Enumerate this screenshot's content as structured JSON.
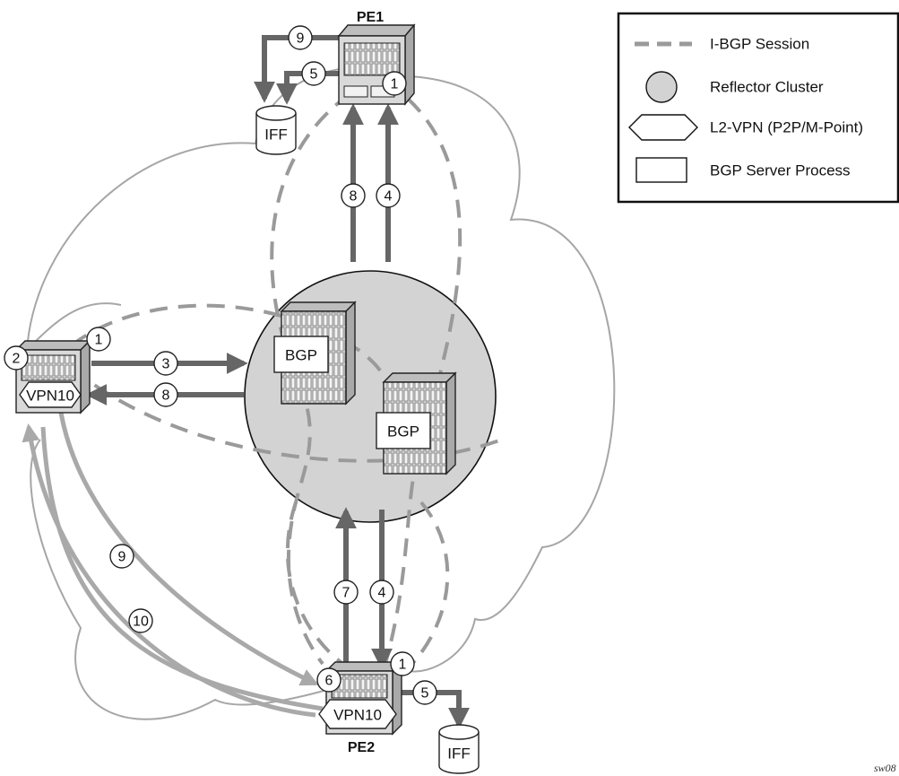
{
  "colors": {
    "cloud": "#a6a6a6",
    "session": "#9a9a9a",
    "dark_arrow": "#666666",
    "light_arrow": "#a9a9a9",
    "cluster_fill": "#d3d3d3",
    "router_fill": "#d9d9d9"
  },
  "legend": {
    "items": [
      {
        "icon": "dashed-line",
        "label": "I-BGP Session"
      },
      {
        "icon": "gray-circle",
        "label": "Reflector Cluster"
      },
      {
        "icon": "hexagon",
        "label": "L2-VPN (P2P/M-Point)"
      },
      {
        "icon": "rectangle",
        "label": "BGP Server Process"
      }
    ]
  },
  "routers": {
    "pe1": {
      "label": "PE1"
    },
    "pe2": {
      "label": "PE2"
    }
  },
  "vpn_tags": {
    "left": "VPN10",
    "pe2": "VPN10"
  },
  "bgp_tags": {
    "reflector_a": "BGP",
    "reflector_b": "BGP"
  },
  "iff": {
    "pe1": "IFF",
    "pe2": "IFF"
  },
  "steps": {
    "pe1_9": "9",
    "pe1_5": "5",
    "pe1_1": "1",
    "mid_8": "8",
    "mid_4": "4",
    "left_1": "1",
    "left_2": "2",
    "left_3": "3",
    "left_8": "8",
    "left_9": "9",
    "left_10": "10",
    "bottom_7": "7",
    "bottom_4": "4",
    "pe2_6": "6",
    "pe2_1": "1",
    "pe2_5": "5"
  },
  "footnote": "sw08"
}
